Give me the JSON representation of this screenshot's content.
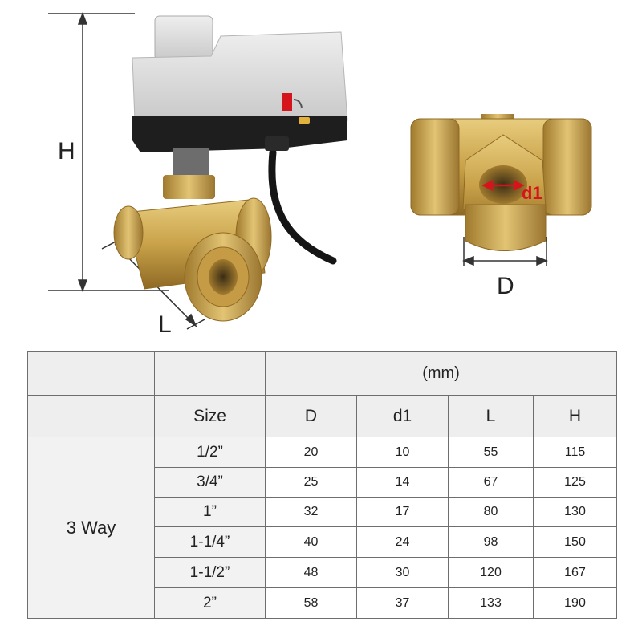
{
  "dimension_labels": {
    "h": "H",
    "l": "L",
    "d": "D",
    "d1": "d1"
  },
  "colors": {
    "brass": "#c9a24a",
    "actuator_body": "#dcdcdc",
    "actuator_base": "#1e1e1e",
    "annotation_red": "#d6141c"
  },
  "table": {
    "unit": "(mm)",
    "headers": {
      "size": "Size",
      "d": "D",
      "d1": "d1",
      "l": "L",
      "h": "H"
    },
    "group_label": "3 Way",
    "rows": [
      {
        "size": "1/2”",
        "d": "20",
        "d1": "10",
        "l": "55",
        "h": "115"
      },
      {
        "size": "3/4”",
        "d": "25",
        "d1": "14",
        "l": "67",
        "h": "125"
      },
      {
        "size": "1”",
        "d": "32",
        "d1": "17",
        "l": "80",
        "h": "130"
      },
      {
        "size": "1-1/4”",
        "d": "40",
        "d1": "24",
        "l": "98",
        "h": "150"
      },
      {
        "size": "1-1/2”",
        "d": "48",
        "d1": "30",
        "l": "120",
        "h": "167"
      },
      {
        "size": "2”",
        "d": "58",
        "d1": "37",
        "l": "133",
        "h": "190"
      }
    ]
  }
}
